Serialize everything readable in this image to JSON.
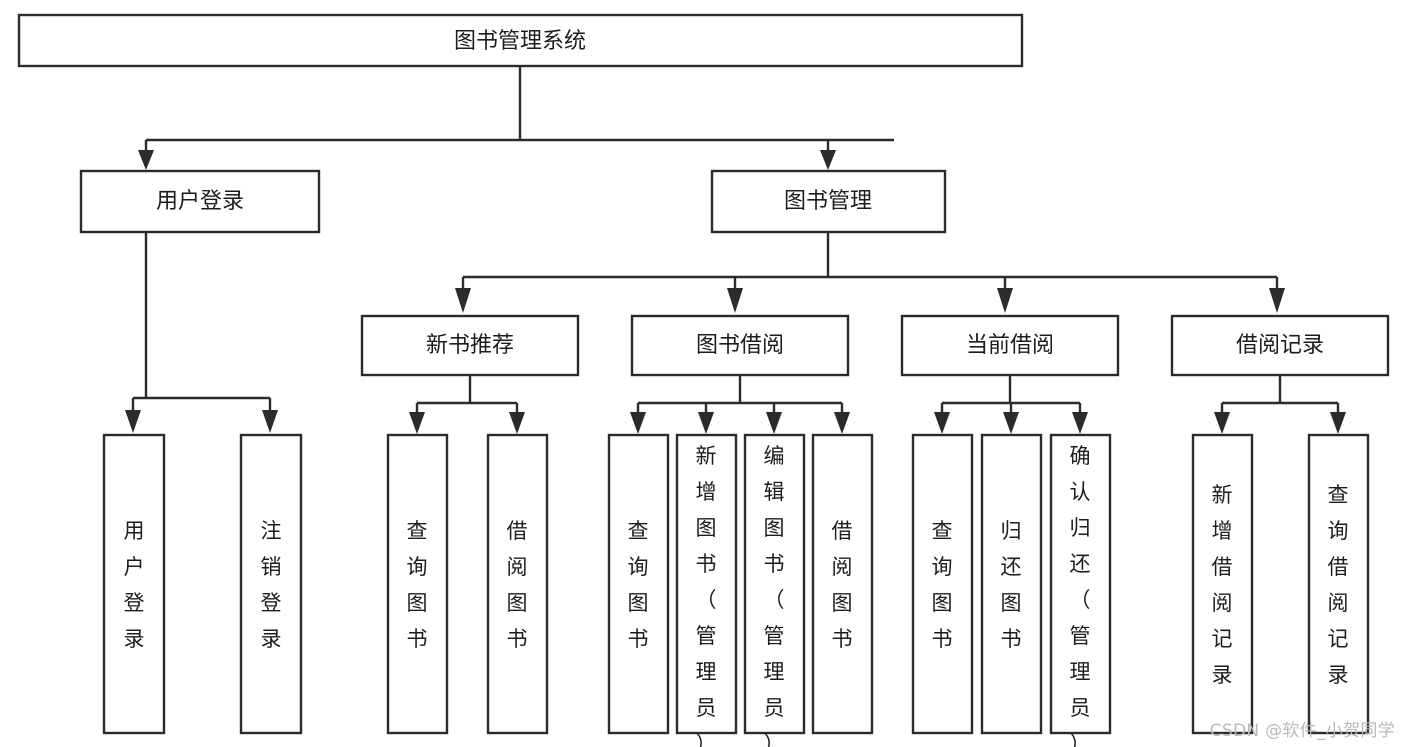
{
  "diagram": {
    "type": "tree",
    "title": "图书管理系统",
    "orientation": "top-down",
    "colors": {
      "box_stroke": "#2b2b2b",
      "box_fill": "#ffffff",
      "text": "#1d1d1d",
      "connector": "#2b2b2b",
      "background": "#ffffff",
      "watermark": "#b9b9b9"
    },
    "root": {
      "id": "root",
      "label": "图书管理系统"
    },
    "level2": [
      {
        "id": "user-login",
        "label": "用户登录"
      },
      {
        "id": "book-manage",
        "label": "图书管理"
      }
    ],
    "level3": [
      {
        "id": "new-book-rec",
        "label": "新书推荐",
        "parent": "book-manage"
      },
      {
        "id": "book-borrow",
        "label": "图书借阅",
        "parent": "book-manage"
      },
      {
        "id": "current-borrow",
        "label": "当前借阅",
        "parent": "book-manage"
      },
      {
        "id": "borrow-record",
        "label": "借阅记录",
        "parent": "book-manage"
      }
    ],
    "leaves": {
      "user-login": [
        {
          "id": "leaf-user-login",
          "label": "用户登录"
        },
        {
          "id": "leaf-logout",
          "label": "注销登录"
        }
      ],
      "new-book-rec": [
        {
          "id": "leaf-query-book-1",
          "label": "查询图书"
        },
        {
          "id": "leaf-borrow-book-1",
          "label": "借阅图书"
        }
      ],
      "book-borrow": [
        {
          "id": "leaf-query-book-2",
          "label": "查询图书"
        },
        {
          "id": "leaf-add-book",
          "label": "新增图书（管理员）"
        },
        {
          "id": "leaf-edit-book",
          "label": "编辑图书（管理员）"
        },
        {
          "id": "leaf-borrow-book-2",
          "label": "借阅图书"
        }
      ],
      "current-borrow": [
        {
          "id": "leaf-query-book-3",
          "label": "查询图书"
        },
        {
          "id": "leaf-return-book",
          "label": "归还图书"
        },
        {
          "id": "leaf-confirm-return",
          "label": "确认归还（管理员）"
        }
      ],
      "borrow-record": [
        {
          "id": "leaf-add-record",
          "label": "新增借阅记录"
        },
        {
          "id": "leaf-query-record",
          "label": "查询借阅记录"
        }
      ]
    }
  },
  "watermark": {
    "text": "CSDN @软件_小贺同学"
  }
}
